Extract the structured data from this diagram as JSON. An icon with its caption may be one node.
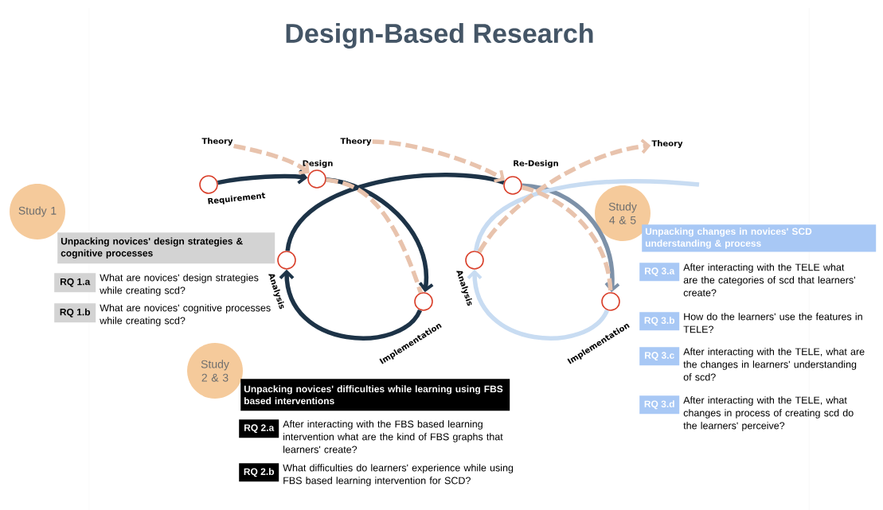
{
  "diagram": {
    "title": "Design-Based Research",
    "nodes": [
      {
        "text": [
          "Theory"
        ]
      },
      {
        "text": [
          "Theory"
        ]
      },
      {
        "text": [
          "Theory"
        ]
      },
      {
        "text": [],
        "shape": "circle",
        "beside": [
          "Requirement"
        ]
      },
      {
        "text": [],
        "shape": "circle",
        "beside": [
          "Design"
        ]
      },
      {
        "text": [],
        "shape": "circle",
        "beside": [
          "Re-Design"
        ]
      },
      {
        "text": [
          "Study 4 & 5"
        ]
      },
      {
        "text": [
          "Study 1"
        ]
      },
      {
        "text": [
          "Unpacking novices' design strategies & cognitive processes"
        ]
      },
      {
        "text": [
          "RQ 1.a"
        ],
        "beside": [
          "What are novices' design strategies while creating scd?"
        ]
      },
      {
        "text": [
          "RQ 1.b"
        ],
        "beside": [
          "What are novices' cognitive processes while creating scd?"
        ]
      },
      {
        "text": [],
        "shape": "circle",
        "beside": [
          "Analysis"
        ]
      },
      {
        "text": [],
        "shape": "circle",
        "beside": [
          "Implementation"
        ]
      },
      {
        "text": [],
        "shape": "circle",
        "beside": [
          "Analysis"
        ]
      },
      {
        "text": [],
        "shape": "circle",
        "beside": [
          "Implementation"
        ]
      },
      {
        "text": [
          "Unpacking changes in novices' SCD understanding & process"
        ]
      },
      {
        "text": [
          "RQ 3.a"
        ],
        "beside": [
          "After interacting with the TELE what are the categories of scd that learners' create?"
        ]
      },
      {
        "text": [
          "RQ 3.b"
        ],
        "beside": [
          "How do the learners' use the features in TELE?"
        ]
      },
      {
        "text": [
          "RQ 3.c"
        ],
        "beside": [
          "After interacting with the TELE, what are the changes in learners' understanding of scd?"
        ]
      },
      {
        "text": [
          "RQ 3.d"
        ],
        "beside": [
          "After interacting with the TELE, what changes in process of creating scd do the learners' perceive?"
        ]
      },
      {
        "text": [
          "Study 2 & 3"
        ]
      },
      {
        "text": [
          "Unpacking novices' difficulties while learning using FBS based interventions"
        ]
      },
      {
        "text": [
          "RQ 2.a"
        ],
        "beside": [
          "After interacting with the FBS based learning intervention what are the kind of FBS graphs that learners' create?"
        ]
      },
      {
        "text": [
          "RQ 2.b"
        ],
        "beside": [
          "What difficulties do learners' experience while using FBS based learning intervention for SCD?"
        ]
      }
    ],
    "edges": [
      {
        "from": 3,
        "to": 4,
        "arrow": "to",
        "color": "#1d3347"
      },
      {
        "from": 4,
        "to": 12,
        "arrow": "to",
        "color": "#1d3347"
      },
      {
        "from": 12,
        "to": 11,
        "arrow": "to",
        "color": "#1d3347"
      },
      {
        "from": 11,
        "to": 5,
        "arrow": "none",
        "color": "#1d3347"
      },
      {
        "from": 5,
        "to": 14,
        "arrow": "to",
        "color": "#7d91a8"
      },
      {
        "from": 14,
        "to": 13,
        "arrow": "to",
        "color": "#c8dcf2"
      },
      {
        "from": 13,
        "to": null,
        "arrow": "none",
        "color": "#c8dcf2"
      },
      {
        "from": 0,
        "to": 4,
        "arrow": "to",
        "style": "dashed",
        "color": "#e8c3ad"
      },
      {
        "from": 4,
        "to": 12,
        "arrow": "none",
        "style": "dashed",
        "color": "#e8c3ad"
      },
      {
        "from": 1,
        "to": 5,
        "arrow": "to",
        "style": "dashed",
        "color": "#e8c3ad"
      },
      {
        "from": 5,
        "to": 14,
        "arrow": "none",
        "style": "dashed",
        "color": "#e8c3ad"
      },
      {
        "from": 13,
        "to": 2,
        "arrow": "to",
        "style": "dashed",
        "color": "#e8c3ad"
      }
    ]
  }
}
